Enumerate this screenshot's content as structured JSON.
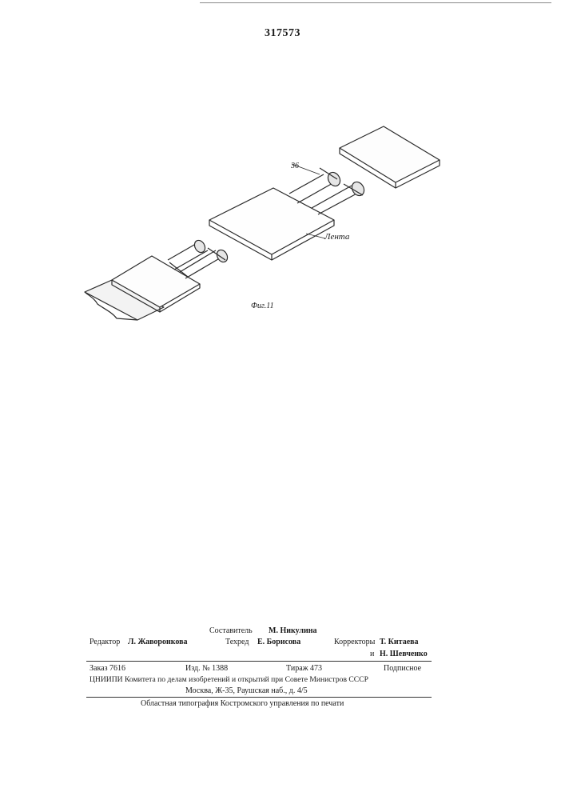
{
  "patent_number": "317573",
  "figure": {
    "callout_36": "36",
    "callout_tape": "Лента",
    "caption": "Фиг.11"
  },
  "credits": {
    "compiler_role": "Составитель",
    "compiler_name": "М. Никулина",
    "editor_role": "Редактор",
    "editor_name": "Л. Жаворонкова",
    "techeditor_role": "Техред",
    "techeditor_name": "Е. Борисова",
    "correctors_role": "Корректоры",
    "corrector1": "Т. Китаева",
    "corrector_and": "и",
    "corrector2": "Н. Шевченко"
  },
  "imprint": {
    "order": "Заказ 7616",
    "edition": "Изд. № 1388",
    "print_run": "Тираж 473",
    "subscription": "Подписное",
    "org_line": "ЦНИИПИ Комитета по делам изобретений и открытий при Совете Министров СССР",
    "address": "Москва, Ж-35, Раушская наб., д. 4/5",
    "printer": "Областная типография Костромского управления по печати"
  }
}
